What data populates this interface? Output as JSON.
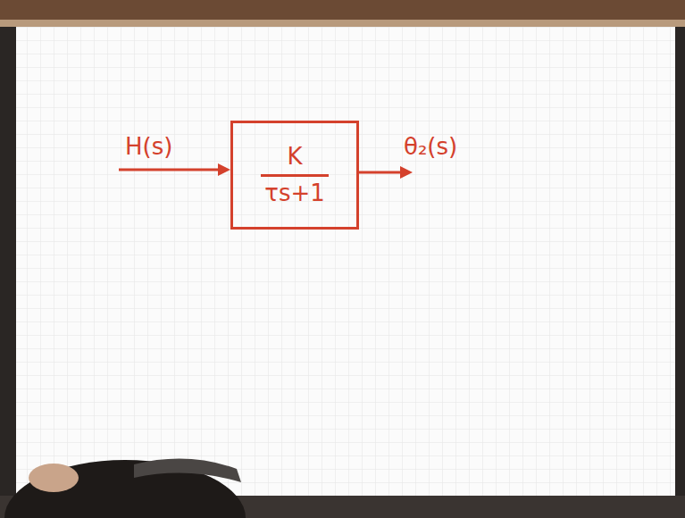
{
  "diagram": {
    "nodes": [
      {
        "text": [
          "K",
          "τs+1"
        ]
      }
    ],
    "labels": [
      "H(s)",
      "θ₂(s)"
    ]
  }
}
